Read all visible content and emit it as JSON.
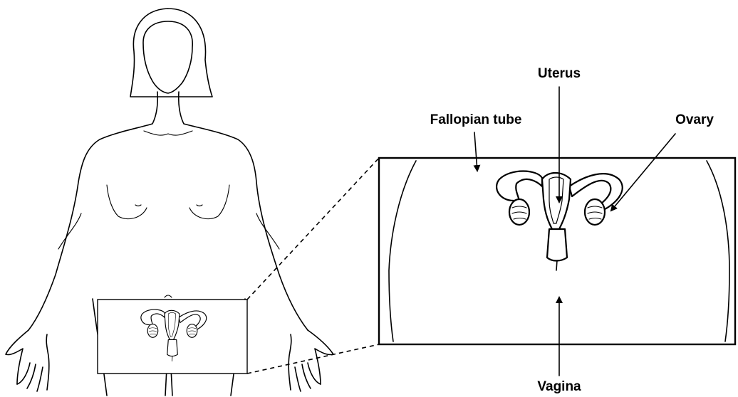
{
  "labels": {
    "uterus": "Uterus",
    "fallopian_tube": "Fallopian tube",
    "ovary": "Ovary",
    "vagina": "Vagina"
  },
  "colors": {
    "line": "#000000",
    "background": "#ffffff"
  }
}
